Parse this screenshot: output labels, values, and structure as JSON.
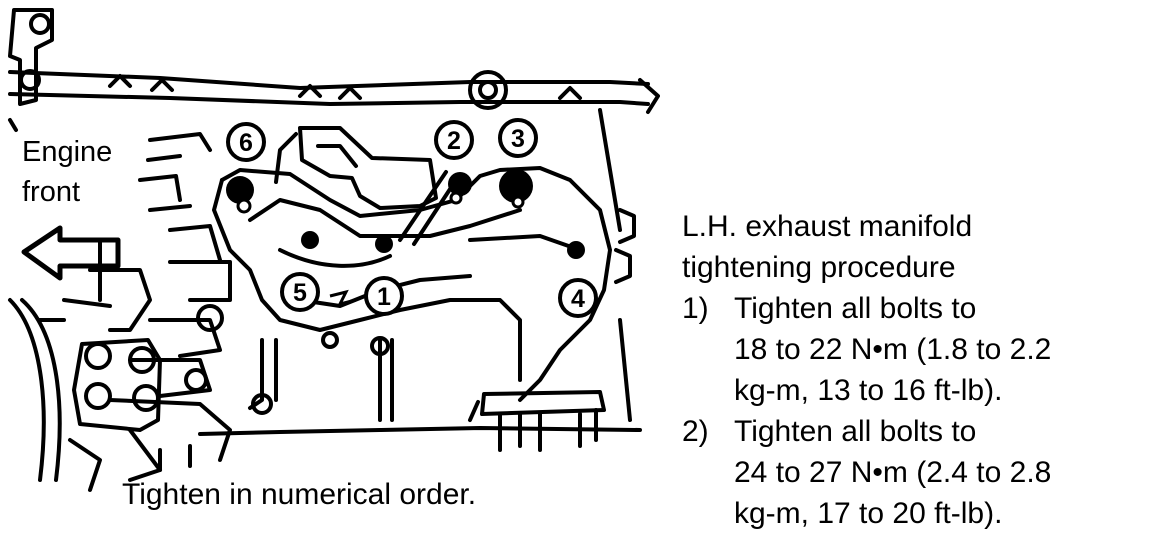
{
  "labels": {
    "engine_front_line1": "Engine",
    "engine_front_line2": "front",
    "caption": "Tighten in numerical order."
  },
  "bolt_numbers": [
    "1",
    "2",
    "3",
    "4",
    "5",
    "6"
  ],
  "procedure": {
    "title_line1": "L.H. exhaust manifold",
    "title_line2": "tightening procedure",
    "steps": [
      {
        "num": "1)",
        "line1": "Tighten all bolts to",
        "line2": "18 to 22 N•m (1.8 to 2.2",
        "line3": "kg-m, 13 to 16 ft-lb)."
      },
      {
        "num": "2)",
        "line1": "Tighten all bolts to",
        "line2": "24 to 27 N•m (2.4 to 2.8",
        "line3": "kg-m, 17 to 20 ft-lb)."
      }
    ]
  },
  "colors": {
    "ink": "#000000",
    "paper": "#ffffff"
  }
}
